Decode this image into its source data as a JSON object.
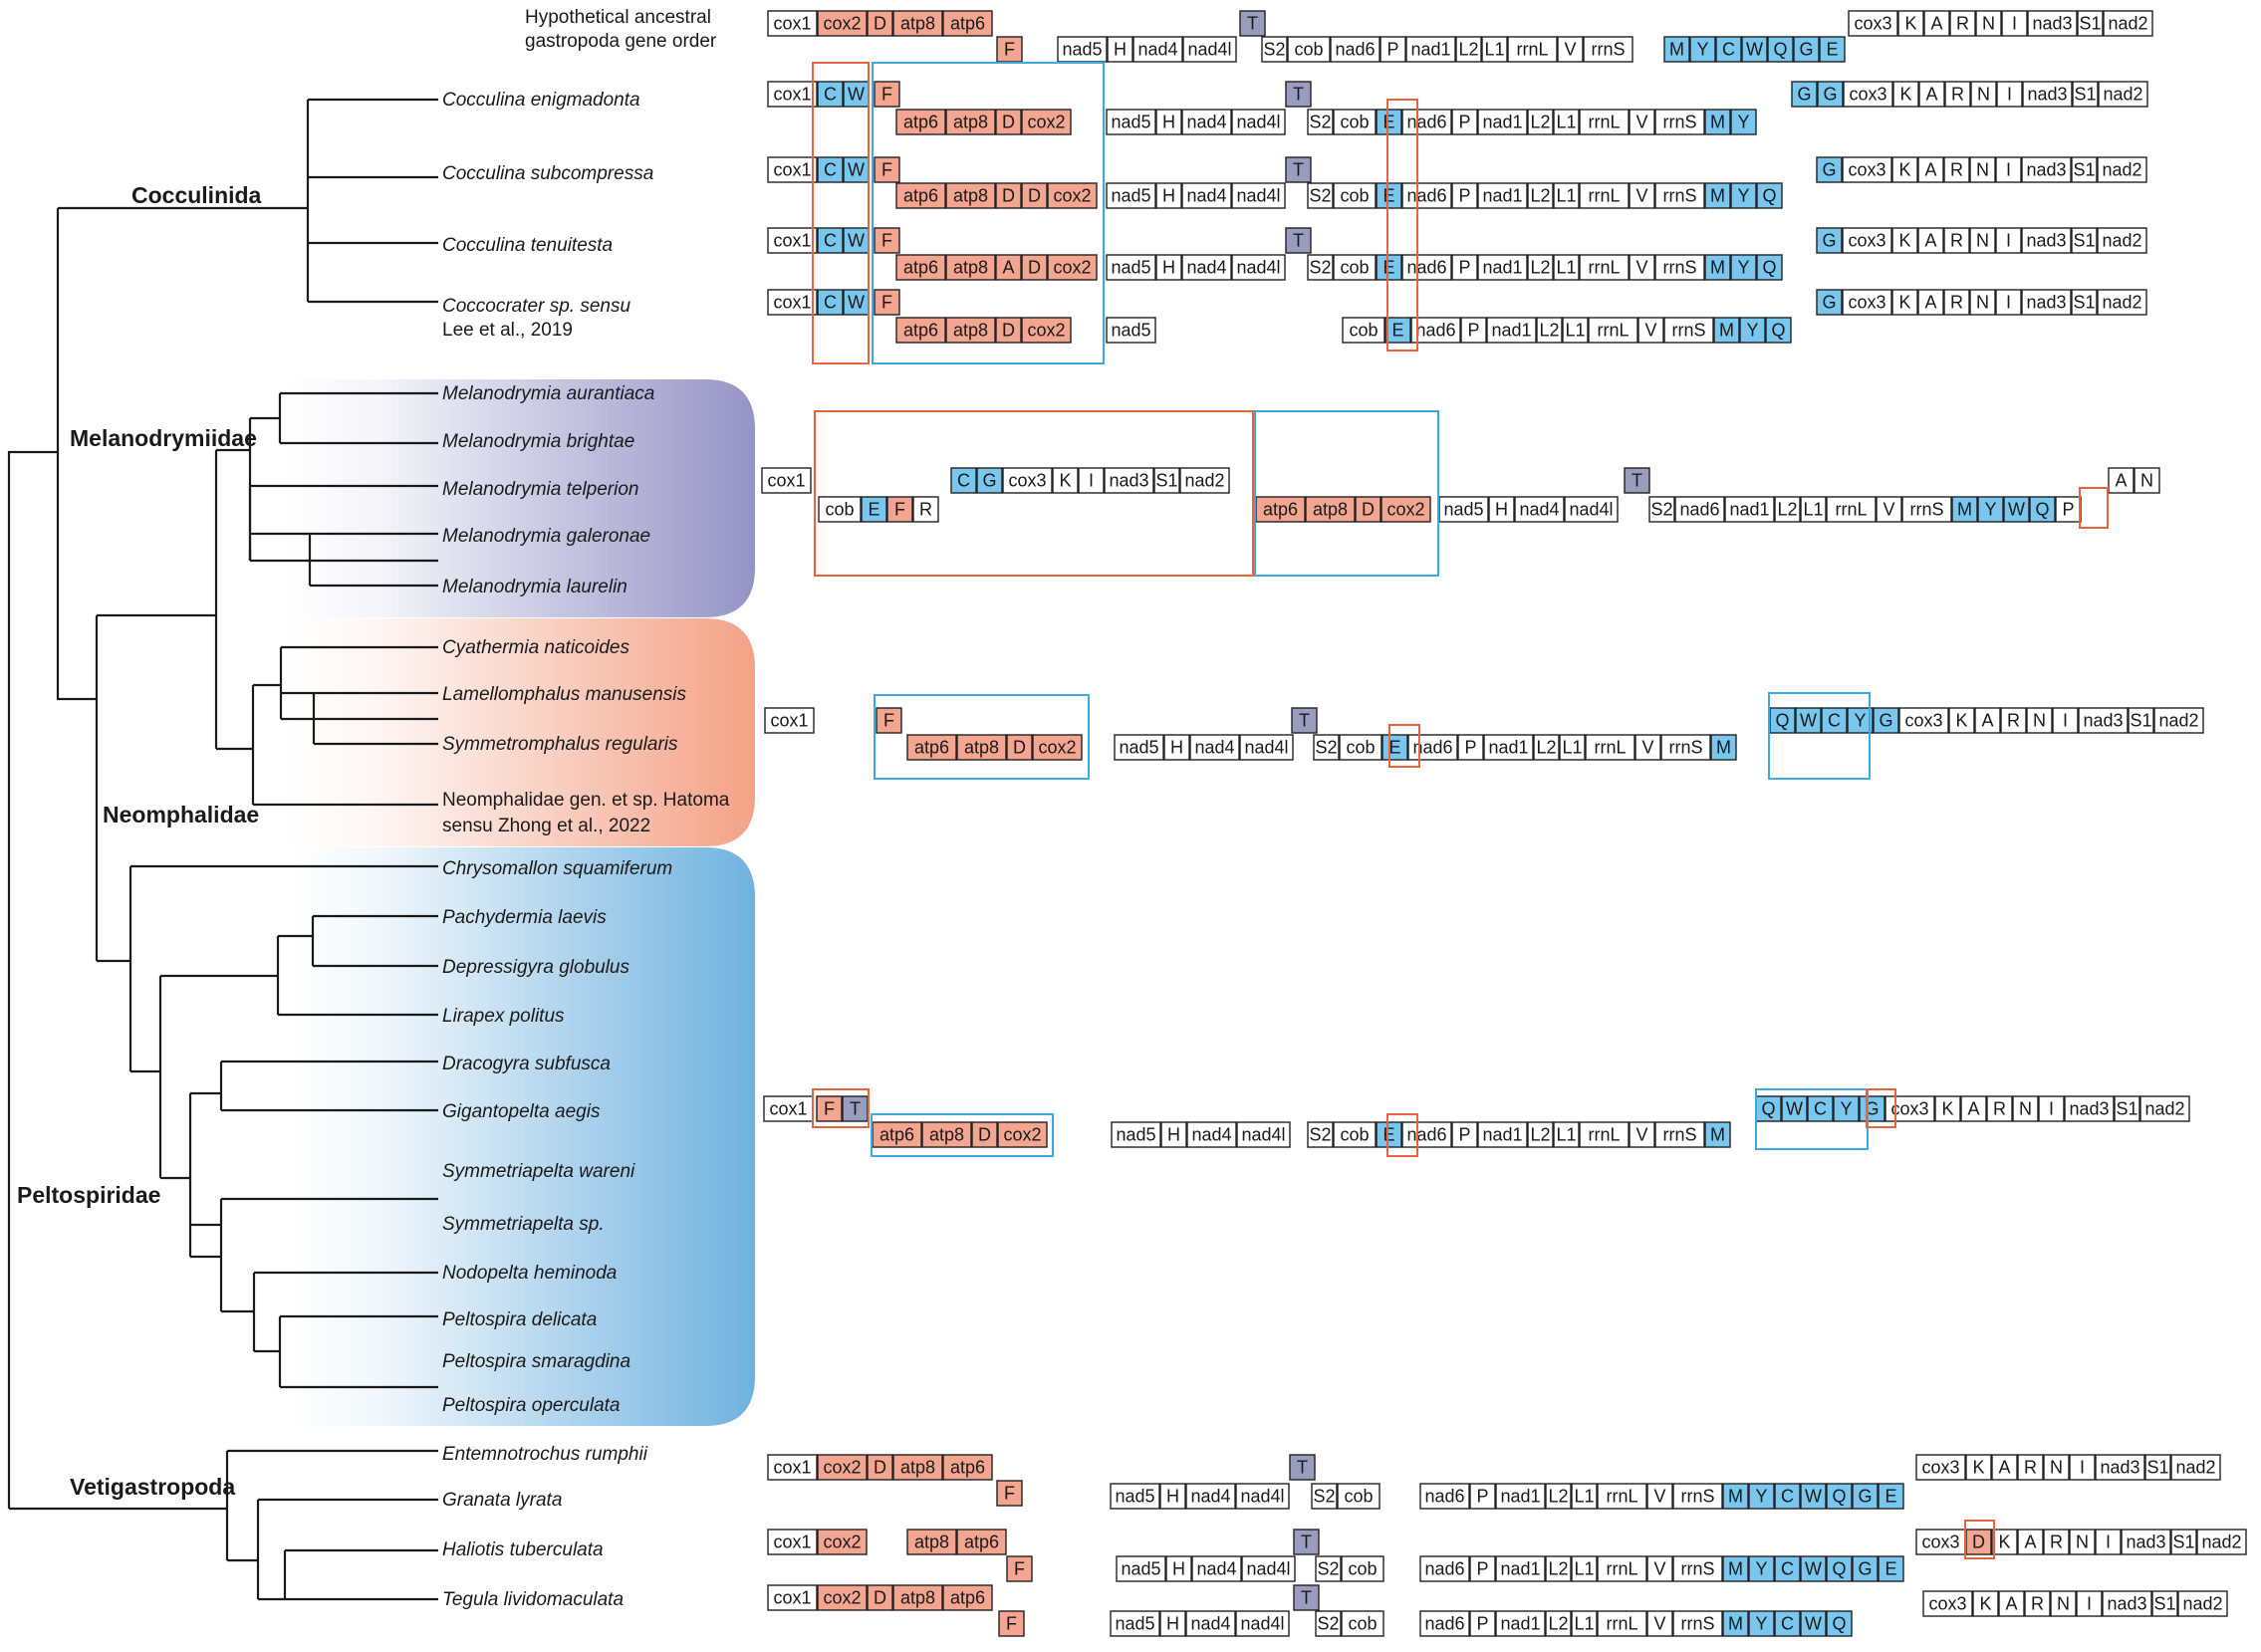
{
  "colors": {
    "white_gene": "#ffffff",
    "atp_cox_gene": "#f4a58f",
    "trna_blue_gene": "#79c6ee",
    "trna_gray_gene": "#9a9cbf",
    "box_orange": "#e8643c",
    "box_blue": "#3aaae0",
    "melanodrymiidae_band": "#9593c6",
    "neomphalidae_band": "#f4a286",
    "peltospiridae_band": "#6fb2df"
  },
  "header": {
    "line1": "Hypothetical ancestral",
    "line2": "gastropoda gene order"
  },
  "clades": [
    "Cocculinida",
    "Melanodrymiidae",
    "Neomphalidae",
    "Peltospiridae",
    "Vetigastropoda"
  ],
  "taxa": [
    "Cocculina enigmadonta",
    "Cocculina subcompressa",
    "Cocculina tenuitesta",
    "Coccocrater sp. sensu",
    "Lee et al., 2019",
    "Melanodrymia aurantiaca",
    "Melanodrymia brightae",
    "Melanodrymia telperion",
    "Melanodrymia galeronae",
    "Melanodrymia laurelin",
    "Cyathermia naticoides",
    "Lamellomphalus manusensis",
    "Symmetromphalus regularis",
    "Neomphalidae gen. et sp. Hatoma",
    "sensu Zhong et al., 2022",
    "Chrysomallon squamiferum",
    "Pachydermia laevis",
    "Depressigyra globulus",
    "Lirapex politus",
    "Dracogyra subfusca",
    "Gigantopelta aegis",
    "Symmetriapelta wareni",
    "Symmetriapelta sp.",
    "Nodopelta heminoda",
    "Peltospira delicata",
    "Peltospira smaragdina",
    "Peltospira operculata",
    "Entemnotrochus rumphii",
    "Granata lyrata",
    "Haliotis tuberculata",
    "Tegula lividomaculata"
  ],
  "gene_orders": {
    "ancestral": [
      [
        "cox1",
        "w"
      ],
      [
        "cox2",
        "o"
      ],
      [
        "D",
        "o"
      ],
      [
        "atp8",
        "o"
      ],
      [
        "atp6",
        "o"
      ],
      [
        "F",
        "o"
      ],
      [
        "nad5",
        "w"
      ],
      [
        "H",
        "w"
      ],
      [
        "nad4",
        "w"
      ],
      [
        "nad4l",
        "w"
      ],
      [
        "T",
        "g"
      ],
      [
        "S2",
        "w"
      ],
      [
        "cob",
        "w"
      ],
      [
        "nad6",
        "w"
      ],
      [
        "P",
        "w"
      ],
      [
        "nad1",
        "w"
      ],
      [
        "L2",
        "w"
      ],
      [
        "L1",
        "w"
      ],
      [
        "rrnL",
        "w"
      ],
      [
        "V",
        "w"
      ],
      [
        "rrnS",
        "w"
      ],
      [
        "M",
        "b"
      ],
      [
        "Y",
        "b"
      ],
      [
        "C",
        "b"
      ],
      [
        "W",
        "b"
      ],
      [
        "Q",
        "b"
      ],
      [
        "G",
        "b"
      ],
      [
        "E",
        "b"
      ],
      [
        "cox3",
        "w"
      ],
      [
        "K",
        "w"
      ],
      [
        "A",
        "w"
      ],
      [
        "R",
        "w"
      ],
      [
        "N",
        "w"
      ],
      [
        "I",
        "w"
      ],
      [
        "nad3",
        "w"
      ],
      [
        "S1",
        "w"
      ],
      [
        "nad2",
        "w"
      ]
    ],
    "cocculina_enigmadonta": [
      [
        "cox1",
        "w"
      ],
      [
        "C",
        "b"
      ],
      [
        "W",
        "b"
      ],
      [
        "F",
        "o"
      ],
      [
        "atp6",
        "o"
      ],
      [
        "atp8",
        "o"
      ],
      [
        "D",
        "o"
      ],
      [
        "cox2",
        "o"
      ],
      [
        "nad5",
        "w"
      ],
      [
        "H",
        "w"
      ],
      [
        "nad4",
        "w"
      ],
      [
        "nad4l",
        "w"
      ],
      [
        "T",
        "g"
      ],
      [
        "S2",
        "w"
      ],
      [
        "cob",
        "w"
      ],
      [
        "E",
        "b"
      ],
      [
        "nad6",
        "w"
      ],
      [
        "P",
        "w"
      ],
      [
        "nad1",
        "w"
      ],
      [
        "L2",
        "w"
      ],
      [
        "L1",
        "w"
      ],
      [
        "rrnL",
        "w"
      ],
      [
        "V",
        "w"
      ],
      [
        "rrnS",
        "w"
      ],
      [
        "M",
        "b"
      ],
      [
        "Y",
        "b"
      ],
      [
        "G",
        "b"
      ],
      [
        "G",
        "b"
      ],
      [
        "cox3",
        "w"
      ],
      [
        "K",
        "w"
      ],
      [
        "A",
        "w"
      ],
      [
        "R",
        "w"
      ],
      [
        "N",
        "w"
      ],
      [
        "I",
        "w"
      ],
      [
        "nad3",
        "w"
      ],
      [
        "S1",
        "w"
      ],
      [
        "nad2",
        "w"
      ]
    ],
    "cocculina_subcompressa": [
      [
        "cox1",
        "w"
      ],
      [
        "C",
        "b"
      ],
      [
        "W",
        "b"
      ],
      [
        "F",
        "o"
      ],
      [
        "atp6",
        "o"
      ],
      [
        "atp8",
        "o"
      ],
      [
        "D",
        "o"
      ],
      [
        "D",
        "o"
      ],
      [
        "cox2",
        "o"
      ],
      [
        "nad5",
        "w"
      ],
      [
        "H",
        "w"
      ],
      [
        "nad4",
        "w"
      ],
      [
        "nad4l",
        "w"
      ],
      [
        "T",
        "g"
      ],
      [
        "S2",
        "w"
      ],
      [
        "cob",
        "w"
      ],
      [
        "E",
        "b"
      ],
      [
        "nad6",
        "w"
      ],
      [
        "P",
        "w"
      ],
      [
        "nad1",
        "w"
      ],
      [
        "L2",
        "w"
      ],
      [
        "L1",
        "w"
      ],
      [
        "rrnL",
        "w"
      ],
      [
        "V",
        "w"
      ],
      [
        "rrnS",
        "w"
      ],
      [
        "M",
        "b"
      ],
      [
        "Y",
        "b"
      ],
      [
        "Q",
        "b"
      ],
      [
        "G",
        "b"
      ],
      [
        "cox3",
        "w"
      ],
      [
        "K",
        "w"
      ],
      [
        "A",
        "w"
      ],
      [
        "R",
        "w"
      ],
      [
        "N",
        "w"
      ],
      [
        "I",
        "w"
      ],
      [
        "nad3",
        "w"
      ],
      [
        "S1",
        "w"
      ],
      [
        "nad2",
        "w"
      ]
    ],
    "cocculina_tenuitesta": [
      [
        "cox1",
        "w"
      ],
      [
        "C",
        "b"
      ],
      [
        "W",
        "b"
      ],
      [
        "F",
        "o"
      ],
      [
        "atp6",
        "o"
      ],
      [
        "atp8",
        "o"
      ],
      [
        "A",
        "o"
      ],
      [
        "D",
        "o"
      ],
      [
        "cox2",
        "o"
      ],
      [
        "nad5",
        "w"
      ],
      [
        "H",
        "w"
      ],
      [
        "nad4",
        "w"
      ],
      [
        "nad4l",
        "w"
      ],
      [
        "T",
        "g"
      ],
      [
        "S2",
        "w"
      ],
      [
        "cob",
        "w"
      ],
      [
        "E",
        "b"
      ],
      [
        "nad6",
        "w"
      ],
      [
        "P",
        "w"
      ],
      [
        "nad1",
        "w"
      ],
      [
        "L2",
        "w"
      ],
      [
        "L1",
        "w"
      ],
      [
        "rrnL",
        "w"
      ],
      [
        "V",
        "w"
      ],
      [
        "rrnS",
        "w"
      ],
      [
        "M",
        "b"
      ],
      [
        "Y",
        "b"
      ],
      [
        "Q",
        "b"
      ],
      [
        "G",
        "b"
      ],
      [
        "cox3",
        "w"
      ],
      [
        "K",
        "w"
      ],
      [
        "A",
        "w"
      ],
      [
        "R",
        "w"
      ],
      [
        "N",
        "w"
      ],
      [
        "I",
        "w"
      ],
      [
        "nad3",
        "w"
      ],
      [
        "S1",
        "w"
      ],
      [
        "nad2",
        "w"
      ]
    ],
    "coccocrater": [
      [
        "cox1",
        "w"
      ],
      [
        "C",
        "b"
      ],
      [
        "W",
        "b"
      ],
      [
        "F",
        "o"
      ],
      [
        "atp6",
        "o"
      ],
      [
        "atp8",
        "o"
      ],
      [
        "D",
        "o"
      ],
      [
        "cox2",
        "o"
      ],
      [
        "nad5",
        "w"
      ],
      [
        "cob",
        "w"
      ],
      [
        "E",
        "b"
      ],
      [
        "nad6",
        "w"
      ],
      [
        "P",
        "w"
      ],
      [
        "nad1",
        "w"
      ],
      [
        "L2",
        "w"
      ],
      [
        "L1",
        "w"
      ],
      [
        "rrnL",
        "w"
      ],
      [
        "V",
        "w"
      ],
      [
        "rrnS",
        "w"
      ],
      [
        "M",
        "b"
      ],
      [
        "Y",
        "b"
      ],
      [
        "Q",
        "b"
      ],
      [
        "G",
        "b"
      ],
      [
        "cox3",
        "w"
      ],
      [
        "K",
        "w"
      ],
      [
        "A",
        "w"
      ],
      [
        "R",
        "w"
      ],
      [
        "N",
        "w"
      ],
      [
        "I",
        "w"
      ],
      [
        "nad3",
        "w"
      ],
      [
        "S1",
        "w"
      ],
      [
        "nad2",
        "w"
      ]
    ],
    "melanodrymiidae": [
      [
        "cox1",
        "w"
      ],
      [
        "C",
        "b"
      ],
      [
        "G",
        "b"
      ],
      [
        "cox3",
        "w"
      ],
      [
        "K",
        "w"
      ],
      [
        "I",
        "w"
      ],
      [
        "nad3",
        "w"
      ],
      [
        "S1",
        "w"
      ],
      [
        "nad2",
        "w"
      ],
      [
        "cob",
        "w"
      ],
      [
        "E",
        "b"
      ],
      [
        "F",
        "o"
      ],
      [
        "R",
        "w"
      ],
      [
        "atp6",
        "o"
      ],
      [
        "atp8",
        "o"
      ],
      [
        "D",
        "o"
      ],
      [
        "cox2",
        "o"
      ],
      [
        "nad5",
        "w"
      ],
      [
        "H",
        "w"
      ],
      [
        "nad4",
        "w"
      ],
      [
        "nad4l",
        "w"
      ],
      [
        "T",
        "g"
      ],
      [
        "S2",
        "w"
      ],
      [
        "nad6",
        "w"
      ],
      [
        "nad1",
        "w"
      ],
      [
        "L2",
        "w"
      ],
      [
        "L1",
        "w"
      ],
      [
        "rrnL",
        "w"
      ],
      [
        "V",
        "w"
      ],
      [
        "rrnS",
        "w"
      ],
      [
        "M",
        "b"
      ],
      [
        "Y",
        "b"
      ],
      [
        "W",
        "b"
      ],
      [
        "Q",
        "b"
      ],
      [
        "P",
        "w"
      ],
      [
        "A",
        "w"
      ],
      [
        "N",
        "w"
      ]
    ],
    "neomphalidae": [
      [
        "cox1",
        "w"
      ],
      [
        "F",
        "o"
      ],
      [
        "atp6",
        "o"
      ],
      [
        "atp8",
        "o"
      ],
      [
        "D",
        "o"
      ],
      [
        "cox2",
        "o"
      ],
      [
        "nad5",
        "w"
      ],
      [
        "H",
        "w"
      ],
      [
        "nad4",
        "w"
      ],
      [
        "nad4l",
        "w"
      ],
      [
        "T",
        "g"
      ],
      [
        "S2",
        "w"
      ],
      [
        "cob",
        "w"
      ],
      [
        "E",
        "b"
      ],
      [
        "nad6",
        "w"
      ],
      [
        "P",
        "w"
      ],
      [
        "nad1",
        "w"
      ],
      [
        "L2",
        "w"
      ],
      [
        "L1",
        "w"
      ],
      [
        "rrnL",
        "w"
      ],
      [
        "V",
        "w"
      ],
      [
        "rrnS",
        "w"
      ],
      [
        "M",
        "b"
      ],
      [
        "Q",
        "b"
      ],
      [
        "W",
        "b"
      ],
      [
        "C",
        "b"
      ],
      [
        "Y",
        "b"
      ],
      [
        "G",
        "b"
      ],
      [
        "cox3",
        "w"
      ],
      [
        "K",
        "w"
      ],
      [
        "A",
        "w"
      ],
      [
        "R",
        "w"
      ],
      [
        "N",
        "w"
      ],
      [
        "I",
        "w"
      ],
      [
        "nad3",
        "w"
      ],
      [
        "S1",
        "w"
      ],
      [
        "nad2",
        "w"
      ]
    ],
    "peltospiridae": [
      [
        "cox1",
        "w"
      ],
      [
        "F",
        "o"
      ],
      [
        "T",
        "g"
      ],
      [
        "atp6",
        "o"
      ],
      [
        "atp8",
        "o"
      ],
      [
        "D",
        "o"
      ],
      [
        "cox2",
        "o"
      ],
      [
        "nad5",
        "w"
      ],
      [
        "H",
        "w"
      ],
      [
        "nad4",
        "w"
      ],
      [
        "nad4l",
        "w"
      ],
      [
        "S2",
        "w"
      ],
      [
        "cob",
        "w"
      ],
      [
        "E",
        "b"
      ],
      [
        "nad6",
        "w"
      ],
      [
        "P",
        "w"
      ],
      [
        "nad1",
        "w"
      ],
      [
        "L2",
        "w"
      ],
      [
        "L1",
        "w"
      ],
      [
        "rrnL",
        "w"
      ],
      [
        "V",
        "w"
      ],
      [
        "rrnS",
        "w"
      ],
      [
        "M",
        "b"
      ],
      [
        "Q",
        "b"
      ],
      [
        "W",
        "b"
      ],
      [
        "C",
        "b"
      ],
      [
        "Y",
        "b"
      ],
      [
        "G",
        "b"
      ],
      [
        "cox3",
        "w"
      ],
      [
        "K",
        "w"
      ],
      [
        "A",
        "w"
      ],
      [
        "R",
        "w"
      ],
      [
        "N",
        "w"
      ],
      [
        "I",
        "w"
      ],
      [
        "nad3",
        "w"
      ],
      [
        "S1",
        "w"
      ],
      [
        "nad2",
        "w"
      ]
    ],
    "entemnotrochus_granata": [
      [
        "cox1",
        "w"
      ],
      [
        "cox2",
        "o"
      ],
      [
        "D",
        "o"
      ],
      [
        "atp8",
        "o"
      ],
      [
        "atp6",
        "o"
      ],
      [
        "F",
        "o"
      ],
      [
        "nad5",
        "w"
      ],
      [
        "H",
        "w"
      ],
      [
        "nad4",
        "w"
      ],
      [
        "nad4l",
        "w"
      ],
      [
        "T",
        "g"
      ],
      [
        "S2",
        "w"
      ],
      [
        "cob",
        "w"
      ],
      [
        "nad6",
        "w"
      ],
      [
        "P",
        "w"
      ],
      [
        "nad1",
        "w"
      ],
      [
        "L2",
        "w"
      ],
      [
        "L1",
        "w"
      ],
      [
        "rrnL",
        "w"
      ],
      [
        "V",
        "w"
      ],
      [
        "rrnS",
        "w"
      ],
      [
        "M",
        "b"
      ],
      [
        "Y",
        "b"
      ],
      [
        "C",
        "b"
      ],
      [
        "W",
        "b"
      ],
      [
        "Q",
        "b"
      ],
      [
        "G",
        "b"
      ],
      [
        "E",
        "b"
      ],
      [
        "cox3",
        "w"
      ],
      [
        "K",
        "w"
      ],
      [
        "A",
        "w"
      ],
      [
        "R",
        "w"
      ],
      [
        "N",
        "w"
      ],
      [
        "I",
        "w"
      ],
      [
        "nad3",
        "w"
      ],
      [
        "S1",
        "w"
      ],
      [
        "nad2",
        "w"
      ]
    ],
    "haliotis": [
      [
        "cox1",
        "w"
      ],
      [
        "cox2",
        "o"
      ],
      [
        "atp8",
        "o"
      ],
      [
        "atp6",
        "o"
      ],
      [
        "F",
        "o"
      ],
      [
        "nad5",
        "w"
      ],
      [
        "H",
        "w"
      ],
      [
        "nad4",
        "w"
      ],
      [
        "nad4l",
        "w"
      ],
      [
        "T",
        "g"
      ],
      [
        "S2",
        "w"
      ],
      [
        "cob",
        "w"
      ],
      [
        "nad6",
        "w"
      ],
      [
        "P",
        "w"
      ],
      [
        "nad1",
        "w"
      ],
      [
        "L2",
        "w"
      ],
      [
        "L1",
        "w"
      ],
      [
        "rrnL",
        "w"
      ],
      [
        "V",
        "w"
      ],
      [
        "rrnS",
        "w"
      ],
      [
        "M",
        "b"
      ],
      [
        "Y",
        "b"
      ],
      [
        "C",
        "b"
      ],
      [
        "W",
        "b"
      ],
      [
        "Q",
        "b"
      ],
      [
        "G",
        "b"
      ],
      [
        "E",
        "b"
      ],
      [
        "cox3",
        "w"
      ],
      [
        "D",
        "o"
      ],
      [
        "K",
        "w"
      ],
      [
        "A",
        "w"
      ],
      [
        "R",
        "w"
      ],
      [
        "N",
        "w"
      ],
      [
        "I",
        "w"
      ],
      [
        "nad3",
        "w"
      ],
      [
        "S1",
        "w"
      ],
      [
        "nad2",
        "w"
      ]
    ],
    "tegula": [
      [
        "cox1",
        "w"
      ],
      [
        "cox2",
        "o"
      ],
      [
        "D",
        "o"
      ],
      [
        "atp8",
        "o"
      ],
      [
        "atp6",
        "o"
      ],
      [
        "F",
        "o"
      ],
      [
        "nad5",
        "w"
      ],
      [
        "H",
        "w"
      ],
      [
        "nad4",
        "w"
      ],
      [
        "nad4l",
        "w"
      ],
      [
        "T",
        "g"
      ],
      [
        "S2",
        "w"
      ],
      [
        "cob",
        "w"
      ],
      [
        "nad6",
        "w"
      ],
      [
        "P",
        "w"
      ],
      [
        "nad1",
        "w"
      ],
      [
        "L2",
        "w"
      ],
      [
        "L1",
        "w"
      ],
      [
        "rrnL",
        "w"
      ],
      [
        "V",
        "w"
      ],
      [
        "rrnS",
        "w"
      ],
      [
        "M",
        "b"
      ],
      [
        "Y",
        "b"
      ],
      [
        "C",
        "b"
      ],
      [
        "W",
        "b"
      ],
      [
        "Q",
        "b"
      ],
      [
        "cox3",
        "w"
      ],
      [
        "K",
        "w"
      ],
      [
        "A",
        "w"
      ],
      [
        "R",
        "w"
      ],
      [
        "N",
        "w"
      ],
      [
        "I",
        "w"
      ],
      [
        "nad3",
        "w"
      ],
      [
        "S1",
        "w"
      ],
      [
        "nad2",
        "w"
      ]
    ]
  }
}
